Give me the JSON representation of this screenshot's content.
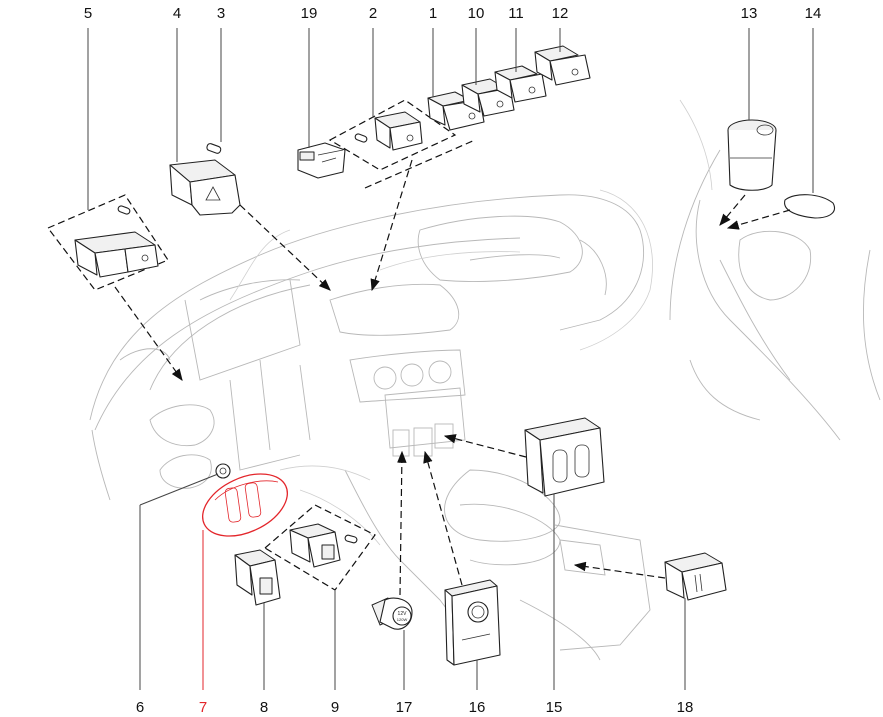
{
  "diagram": {
    "type": "exploded-parts-diagram",
    "subject": "Vehicle dashboard & center console switches",
    "highlight_color": "#e3262b",
    "line_color": "#222222",
    "top_callouts": [
      {
        "id": "5",
        "label": "5"
      },
      {
        "id": "4",
        "label": "4"
      },
      {
        "id": "3",
        "label": "3"
      },
      {
        "id": "19",
        "label": "19"
      },
      {
        "id": "2",
        "label": "2"
      },
      {
        "id": "1",
        "label": "1"
      },
      {
        "id": "10",
        "label": "10"
      },
      {
        "id": "11",
        "label": "11"
      },
      {
        "id": "12",
        "label": "12"
      },
      {
        "id": "13",
        "label": "13"
      },
      {
        "id": "14",
        "label": "14"
      }
    ],
    "bottom_callouts": [
      {
        "id": "6",
        "label": "6"
      },
      {
        "id": "7",
        "label": "7",
        "highlighted": true
      },
      {
        "id": "8",
        "label": "8"
      },
      {
        "id": "9",
        "label": "9"
      },
      {
        "id": "17",
        "label": "17"
      },
      {
        "id": "16",
        "label": "16"
      },
      {
        "id": "15",
        "label": "15"
      },
      {
        "id": "18",
        "label": "18"
      }
    ],
    "part_markings": {
      "lighter_text_top": "12V",
      "lighter_text_bottom": "120W"
    }
  }
}
